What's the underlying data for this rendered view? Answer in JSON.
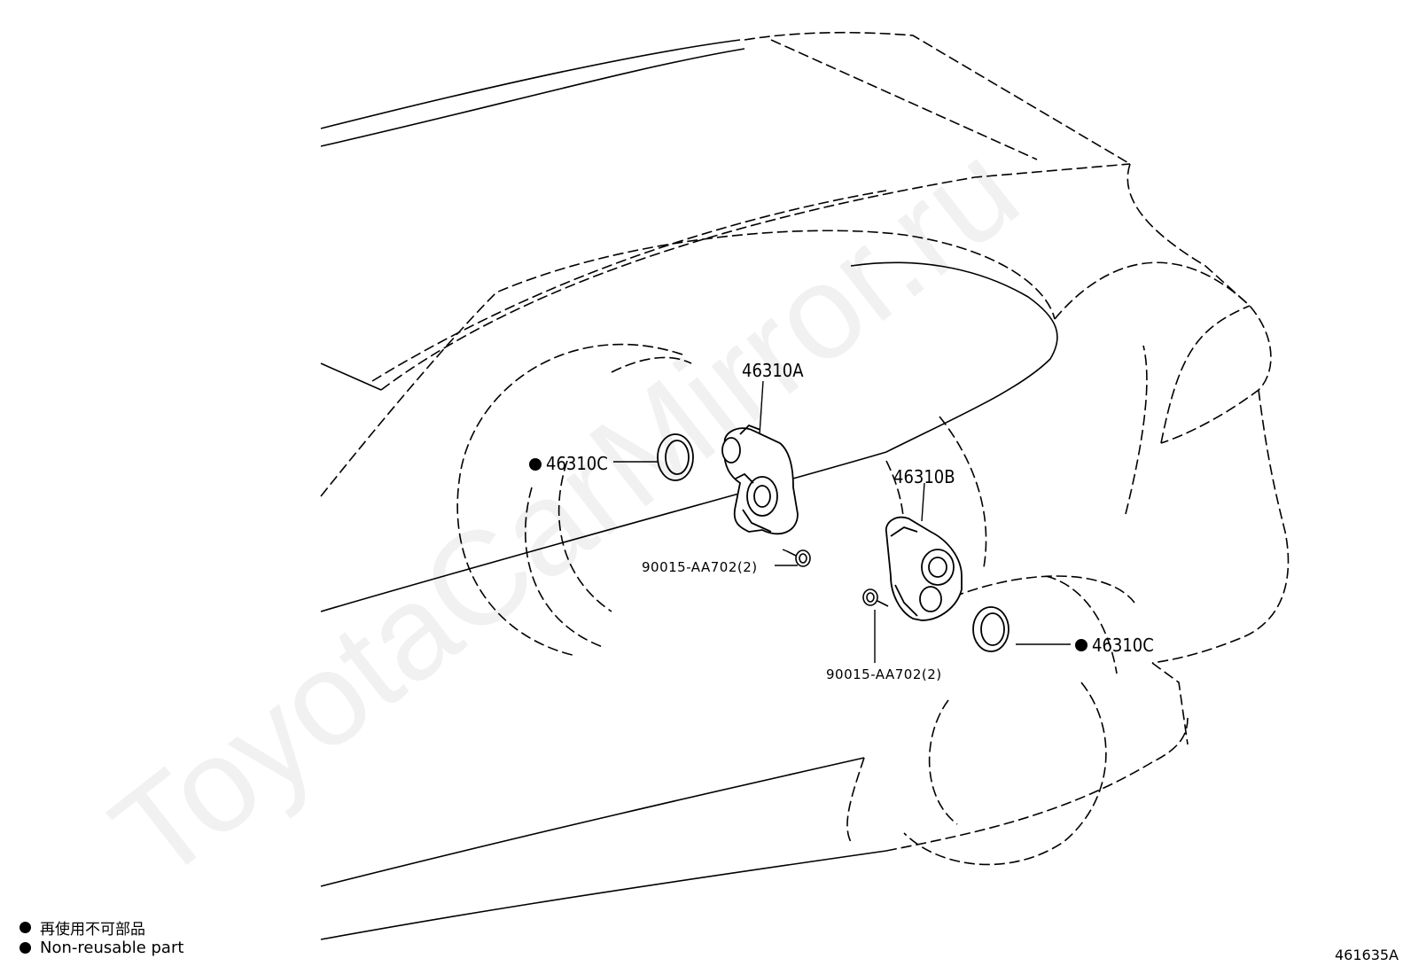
{
  "watermark": "ToyotaCarMirror.ru",
  "parts": {
    "part_a": "46310A",
    "part_b": "46310B",
    "part_c_left": "46310C",
    "part_c_right": "46310C",
    "bolt_left": "90015-AA702(2)",
    "bolt_right": "90015-AA702(2)"
  },
  "legend": {
    "line_jp": "再使用不可部品",
    "line_en": "Non-reusable part"
  },
  "diagram_id": "461635A"
}
